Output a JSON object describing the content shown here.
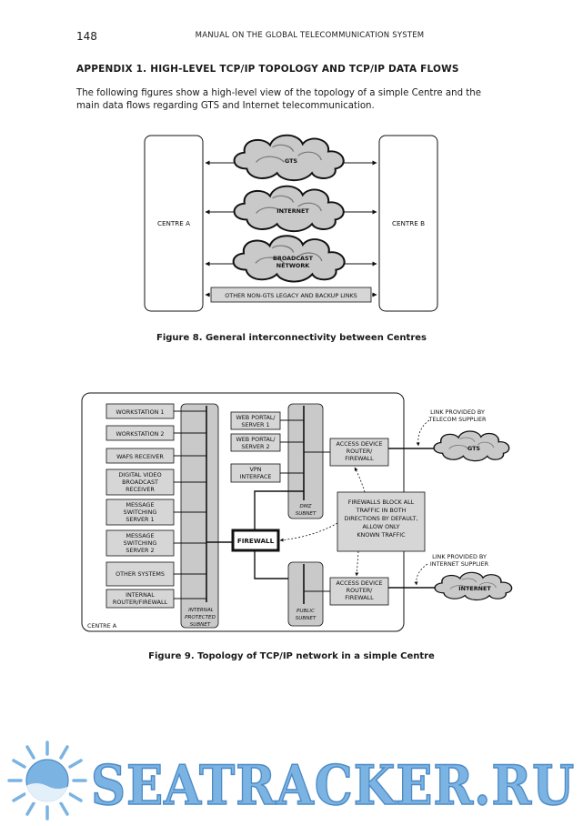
{
  "header": {
    "page_number": "148",
    "running_title": "MANUAL ON THE GLOBAL TELECOMMUNICATION SYSTEM"
  },
  "section": {
    "title": "APPENDIX 1. HIGH-LEVEL TCP/IP TOPOLOGY AND TCP/IP DATA FLOWS",
    "intro": "The following figures show a high-level view of the topology of a simple Centre and the main data flows regarding GTS and Internet telecommunication."
  },
  "figure8": {
    "caption": "Figure 8. General interconnectivity between Centres",
    "centre_a": "CENTRE A",
    "centre_b": "CENTRE B",
    "cloud_gts": "GTS",
    "cloud_internet": "INTERNET",
    "cloud_broadcast_1": "BROADCAST",
    "cloud_broadcast_2": "NETWORK",
    "legacy_links": "OTHER NON-GTS LEGACY AND BACKUP LINKS"
  },
  "figure9": {
    "caption": "Figure 9. Topology of TCP/IP network in a simple Centre",
    "centre_label": "CENTRE A",
    "workstation1": "WORKSTATION 1",
    "workstation2": "WORKSTATION 2",
    "wafs": "WAFS RECEIVER",
    "dvb_1": "DIGITAL VIDEO",
    "dvb_2": "BROADCAST",
    "dvb_3": "RECEIVER",
    "mss1_1": "MESSAGE",
    "mss1_2": "SWITCHING",
    "mss1_3": "SERVER 1",
    "mss2_1": "MESSAGE",
    "mss2_2": "SWITCHING",
    "mss2_3": "SERVER 2",
    "other_systems": "OTHER SYSTEMS",
    "internal_router_1": "INTERNAL",
    "internal_router_2": "ROUTER/FIREWALL",
    "internal_subnet_1": "INTERNAL",
    "internal_subnet_2": "PROTECTED",
    "internal_subnet_3": "SUBNET",
    "web1_1": "WEB PORTAL/",
    "web1_2": "SERVER 1",
    "web2_1": "WEB PORTAL/",
    "web2_2": "SERVER 2",
    "vpn_1": "VPN",
    "vpn_2": "INTERFACE",
    "dmz_1": "DMZ",
    "dmz_2": "SUBNET",
    "firewall": "FIREWALL",
    "public_1": "PUBLIC",
    "public_2": "SUBNET",
    "access1_1": "ACCESS DEVICE",
    "access1_2": "ROUTER/",
    "access1_3": "FIREWALL",
    "access2_1": "ACCESS DEVICE",
    "access2_2": "ROUTER/",
    "access2_3": "FIREWALL",
    "note_1": "FIREWALLS BLOCK ALL",
    "note_2": "TRAFFIC IN BOTH",
    "note_3": "DIRECTIONS BY DEFAULT,",
    "note_4": "ALLOW ONLY",
    "note_5": "KNOWN TRAFFIC",
    "telecom_link_1": "LINK PROVIDED BY",
    "telecom_link_2": "TELECOM SUPPLIER",
    "internet_link_1": "LINK PROVIDED BY",
    "internet_link_2": "INTERNET SUPPLIER",
    "cloud_gts": "GTS",
    "cloud_internet": "INTERNET"
  },
  "watermark": {
    "text": "SEATRACKER.RU"
  }
}
